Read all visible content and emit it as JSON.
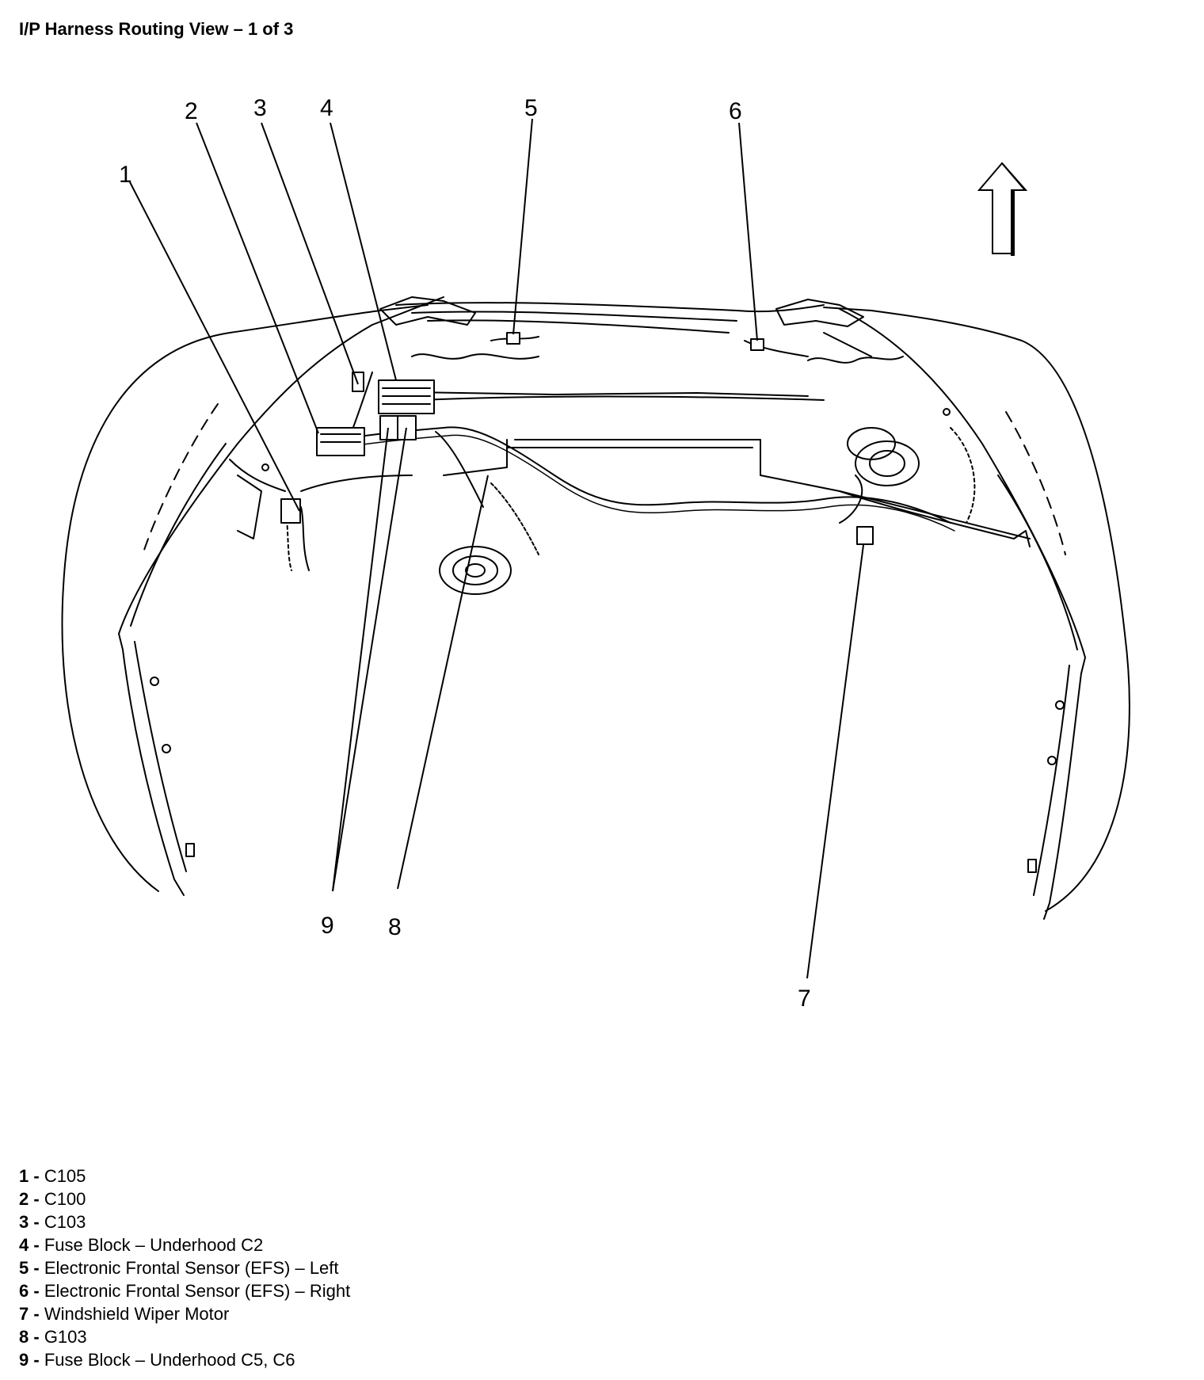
{
  "title": "I/P Harness Routing View – 1 of 3",
  "callouts": [
    {
      "n": "1"
    },
    {
      "n": "2"
    },
    {
      "n": "3"
    },
    {
      "n": "4"
    },
    {
      "n": "5"
    },
    {
      "n": "6"
    },
    {
      "n": "7"
    },
    {
      "n": "8"
    },
    {
      "n": "9"
    }
  ],
  "legend": [
    {
      "num": "1",
      "sep": " - ",
      "text": "C105"
    },
    {
      "num": "2",
      "sep": " - ",
      "text": "C100"
    },
    {
      "num": "3",
      "sep": " - ",
      "text": "C103"
    },
    {
      "num": "4",
      "sep": " - ",
      "text": "Fuse Block – Underhood C2"
    },
    {
      "num": "5",
      "sep": " - ",
      "text": "Electronic Frontal Sensor (EFS) – Left"
    },
    {
      "num": "6",
      "sep": " - ",
      "text": "Electronic Frontal Sensor (EFS) – Right"
    },
    {
      "num": "7",
      "sep": " - ",
      "text": "Windshield Wiper Motor"
    },
    {
      "num": "8",
      "sep": " - ",
      "text": "G103"
    },
    {
      "num": "9",
      "sep": " - ",
      "text": "Fuse Block – Underhood C5, C6"
    }
  ]
}
